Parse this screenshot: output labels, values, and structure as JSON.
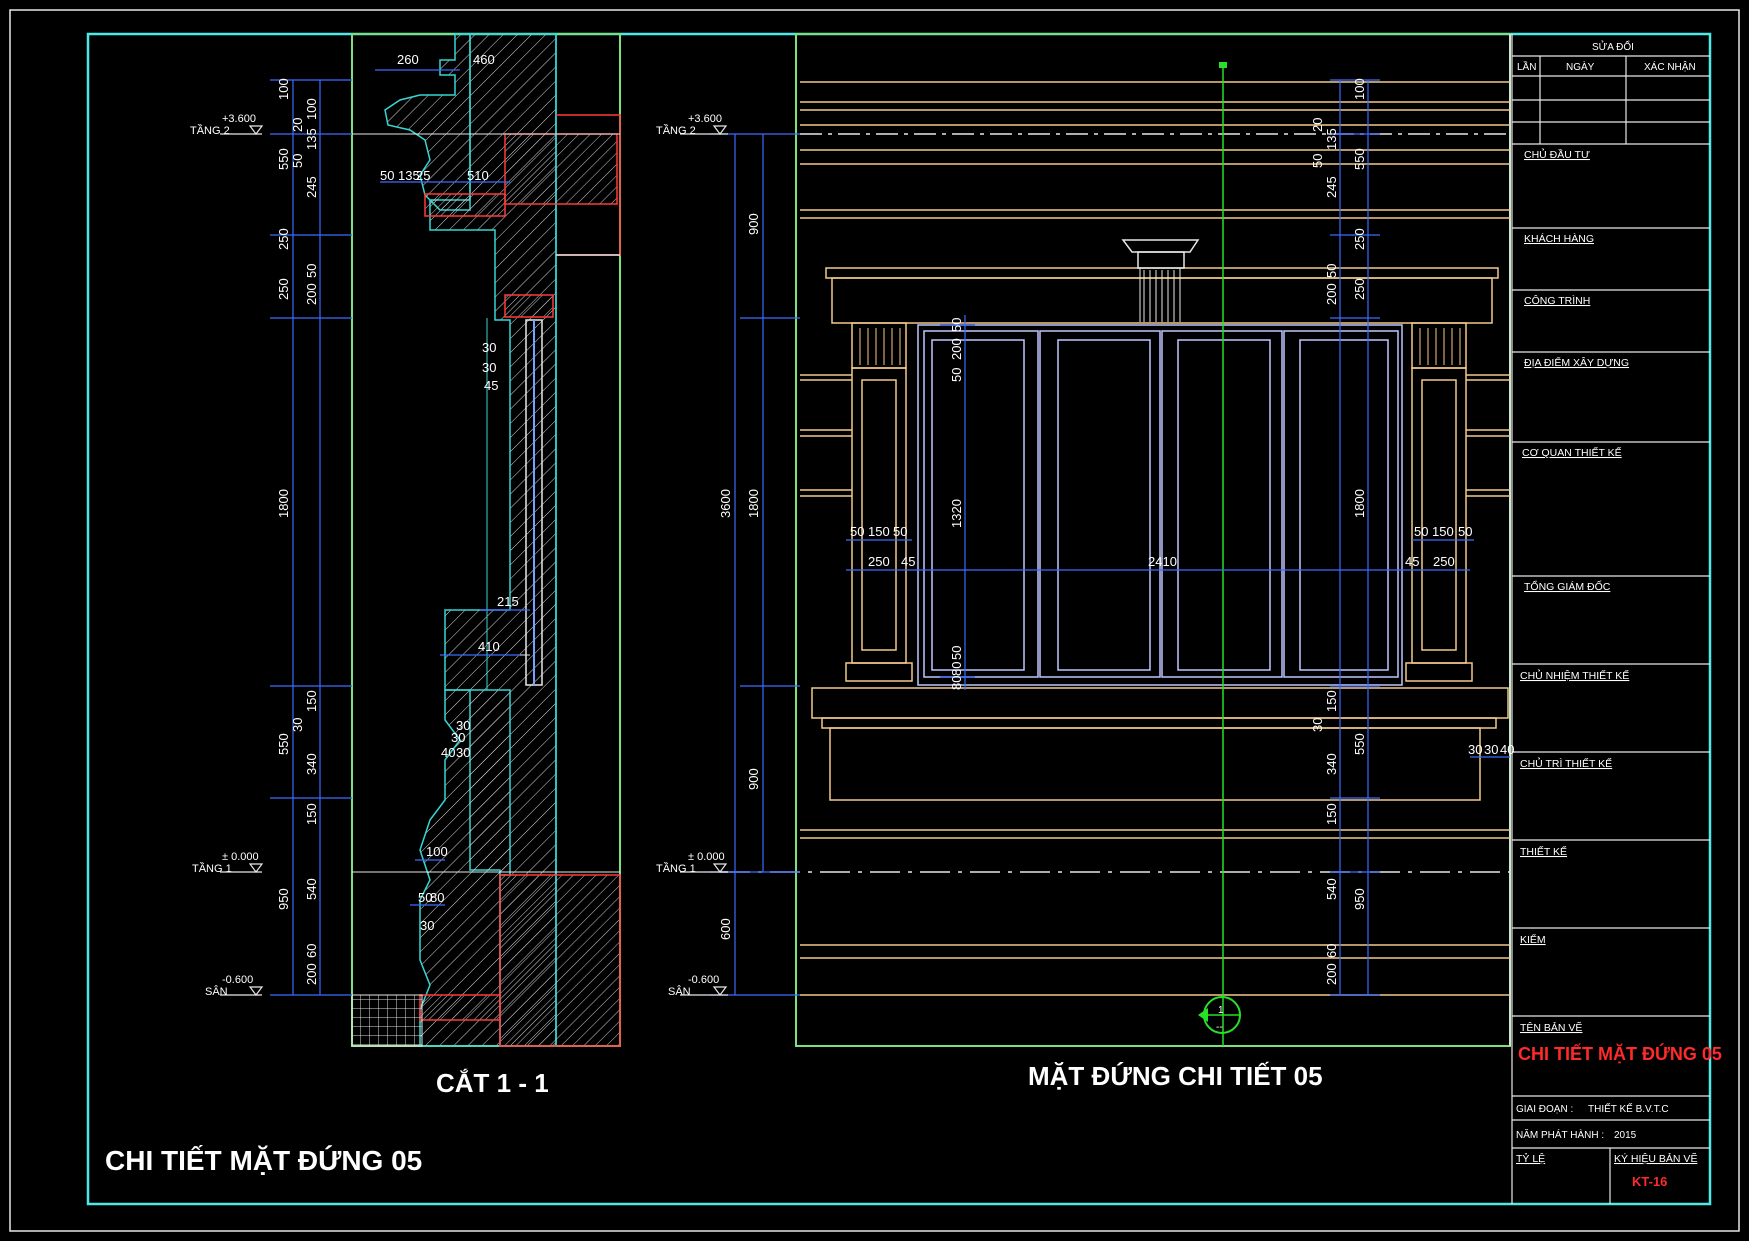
{
  "drawing": {
    "main_title": "CHI TIẾT MẶT ĐỨNG 05",
    "section_title": "CẮT 1 - 1",
    "elevation_title": "MẶT ĐỨNG CHI TIẾT 05",
    "section_marker": "1",
    "section_marker_sub": "--"
  },
  "levels": {
    "floor2_name": "TẦNG 2",
    "floor2_value": "+3.600",
    "floor1_name": "TẦNG 1",
    "floor1_value": "± 0.000",
    "yard_name": "SÂN",
    "yard_value": "-0.600"
  },
  "dims_section": {
    "left_outer": [
      "550",
      "250",
      "250",
      "1800",
      "550",
      "950"
    ],
    "left_inner": [
      "100",
      "100",
      "20",
      "135",
      "50",
      "245",
      "50",
      "200",
      "150",
      "30",
      "340",
      "150",
      "540",
      "60",
      "200"
    ],
    "top": [
      "260",
      "460"
    ],
    "row2": [
      "50",
      "135",
      "25",
      "510"
    ],
    "window": [
      "30",
      "30",
      "45",
      "215",
      "410",
      "30",
      "40",
      "30",
      "30",
      "100",
      "50",
      "80",
      "30"
    ]
  },
  "dims_elevation": {
    "left_outer": [
      "3600",
      "600"
    ],
    "left_mid": [
      "900",
      "1800",
      "900"
    ],
    "right_outer": [
      "550",
      "250",
      "250",
      "1800",
      "550",
      "950"
    ],
    "right_inner": [
      "100",
      "20",
      "135",
      "50",
      "245",
      "50",
      "200",
      "150",
      "30",
      "340",
      "150",
      "540",
      "60",
      "200"
    ],
    "door_left": [
      "50",
      "200",
      "50",
      "1320",
      "50",
      "80",
      "80"
    ],
    "pilaster_left": [
      "50",
      "150",
      "50",
      "250",
      "45"
    ],
    "pilaster_right": [
      "50",
      "150",
      "50",
      "45",
      "250"
    ],
    "width": "2410",
    "plinth": [
      "30",
      "30",
      "40"
    ]
  },
  "title_block": {
    "revision_header": "SỬA ĐỔI",
    "col_times": "LẦN",
    "col_date": "NGÀY",
    "col_confirm": "XÁC NHẬN",
    "investor": "CHỦ ĐẦU TƯ",
    "client": "KHÁCH HÀNG",
    "project": "CÔNG TRÌNH",
    "location": "ĐỊA ĐIỂM XÂY DỰNG",
    "design_office": "CƠ QUAN THIẾT KẾ",
    "director": "TỔNG GIÁM ĐỐC",
    "chief_designer": "CHỦ NHIỆM THIẾT KẾ",
    "lead_designer": "CHỦ TRÌ THIẾT KẾ",
    "designer": "THIẾT KẾ",
    "checker": "KIỂM",
    "drawing_name_label": "TÊN BẢN VẼ",
    "drawing_name": "CHI TIẾT MẶT ĐỨNG 05",
    "stage_label": "GIAI ĐOẠN :",
    "stage_value": "THIẾT KẾ B.V.T.C",
    "year_label": "NĂM PHÁT HÀNH :",
    "year_value": "2015",
    "scale_label": "TỶ LỆ",
    "code_label": "KÝ HIỆU BẢN VẼ",
    "code_value": "KT-16"
  },
  "colors": {
    "background": "#000000",
    "frame": "#4ee8e8",
    "dimension": "#3a6cff",
    "outline_cyan": "#37d6d6",
    "elevation_line": "#f3c98a",
    "door_line": "#bfc6ff",
    "cut_red": "#ff3b3b",
    "axis_green": "#28e028",
    "title_red": "#ff2a2a"
  }
}
